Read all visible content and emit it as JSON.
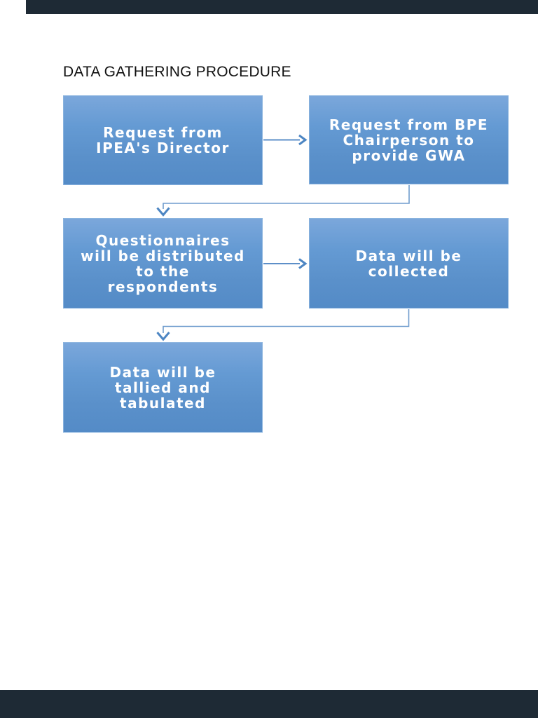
{
  "page": {
    "title": "DATA GATHERING PROCEDURE"
  },
  "viewer": {
    "bar_color": "#1e2a35",
    "page_background": "#ffffff"
  },
  "diagram": {
    "node_fill_top": "#7ba7db",
    "node_fill_bottom": "#548bc7",
    "node_text_color": "#ffffff",
    "connector_color": "#5d8fc8",
    "nodes": [
      {
        "id": "n1",
        "label": "Request from\nIPEA's Director"
      },
      {
        "id": "n2",
        "label": "Request from BPE\nChairperson to\nprovide GWA"
      },
      {
        "id": "n3",
        "label": "Questionnaires\nwill be distributed\nto the\nrespondents"
      },
      {
        "id": "n4",
        "label": "Data will be\ncollected"
      },
      {
        "id": "n5",
        "label": "Data will be\ntallied and\ntabulated"
      }
    ],
    "connectors": [
      {
        "from": "n1",
        "to": "n2",
        "type": "straight-right"
      },
      {
        "from": "n2",
        "to": "n3",
        "type": "elbow-down"
      },
      {
        "from": "n3",
        "to": "n4",
        "type": "straight-right"
      },
      {
        "from": "n4",
        "to": "n5",
        "type": "elbow-down"
      }
    ]
  }
}
